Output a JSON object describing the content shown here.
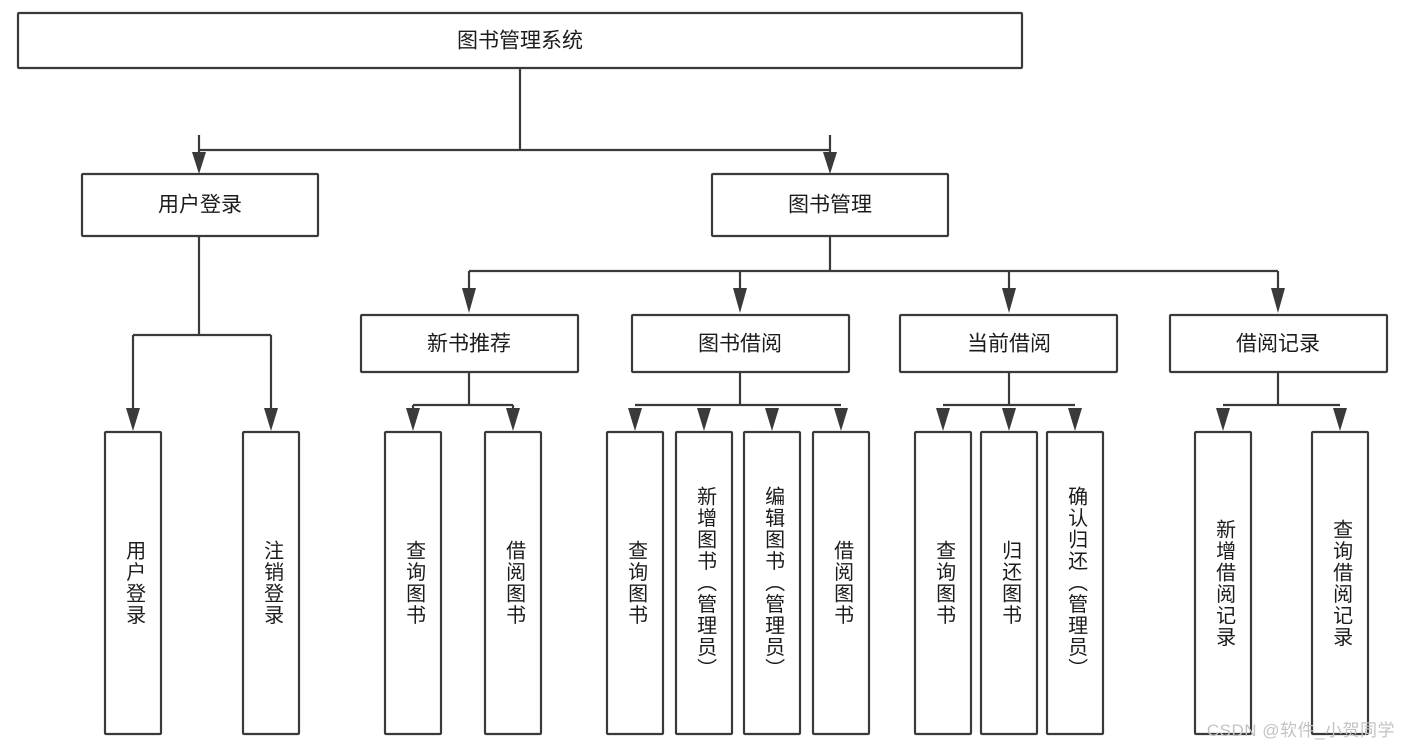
{
  "diagram": {
    "title": "图书管理系统",
    "type": "hierarchy-tree",
    "watermark": "CSDN @软件_小贺同学",
    "colors": {
      "box_stroke": "#3a3a3a",
      "box_fill": "#ffffff",
      "text": "#1c1c1c",
      "background": "#ffffff",
      "watermark": "#c3c3c3"
    },
    "root": {
      "label": "图书管理系统"
    },
    "level2": [
      {
        "label": "用户登录"
      },
      {
        "label": "图书管理"
      }
    ],
    "level3": [
      {
        "label": "新书推荐"
      },
      {
        "label": "图书借阅"
      },
      {
        "label": "当前借阅"
      },
      {
        "label": "借阅记录"
      }
    ],
    "leaves": {
      "user_login": [
        {
          "label": "用户登录"
        },
        {
          "label": "注销登录"
        }
      ],
      "new_book_recommend": [
        {
          "label": "查询图书"
        },
        {
          "label": "借阅图书"
        }
      ],
      "book_borrow": [
        {
          "label": "查询图书"
        },
        {
          "label": "新增图书（管理员）"
        },
        {
          "label": "编辑图书（管理员）"
        },
        {
          "label": "借阅图书"
        }
      ],
      "current_borrow": [
        {
          "label": "查询图书"
        },
        {
          "label": "归还图书"
        },
        {
          "label": "确认归还（管理员）"
        }
      ],
      "borrow_records": [
        {
          "label": "新增借阅记录"
        },
        {
          "label": "查询借阅记录"
        }
      ]
    }
  }
}
